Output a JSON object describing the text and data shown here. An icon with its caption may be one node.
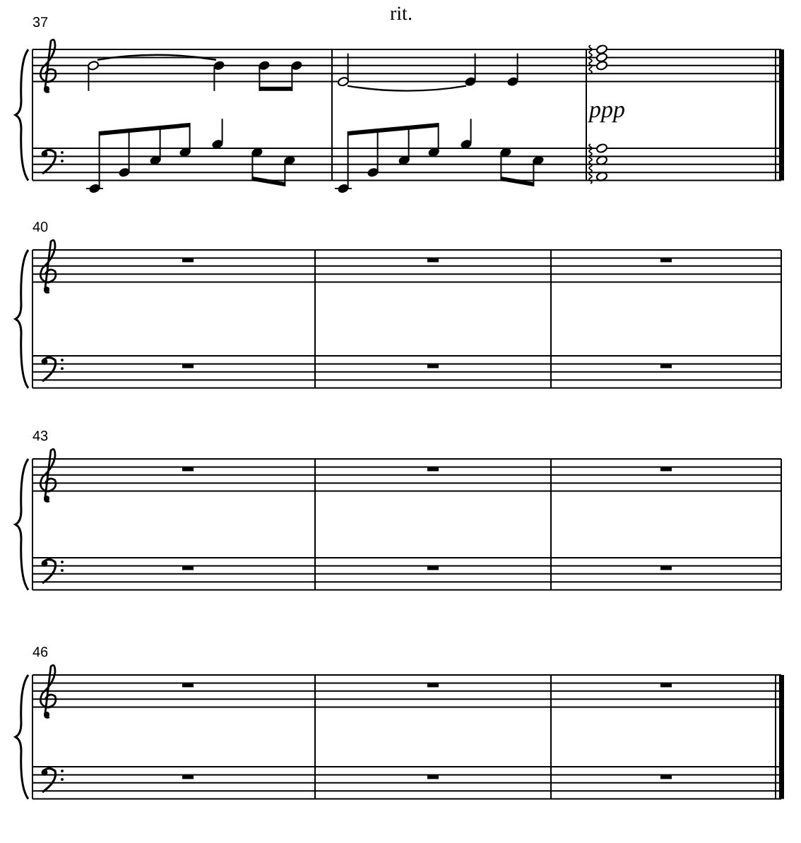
{
  "diagram": {
    "labels": [
      "rit.",
      "37",
      "ppp",
      "40",
      "43",
      "46"
    ]
  }
}
